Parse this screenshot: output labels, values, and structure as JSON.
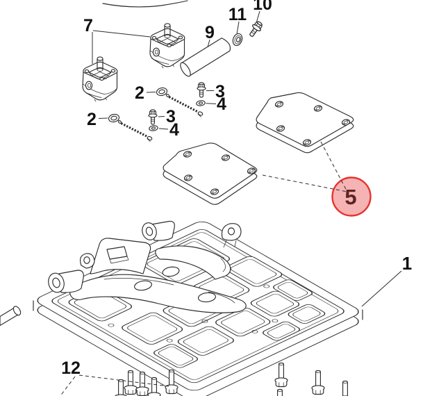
{
  "diagram": {
    "background": "#ffffff",
    "line_color": "#2b2b2b",
    "highlight": {
      "label": "5",
      "fill": "#f6b3b3",
      "stroke": "#e6332e",
      "text_color": "#5c2422"
    },
    "callouts": {
      "c1": "1",
      "c2a": "2",
      "c2b": "2",
      "c3a": "3",
      "c3b": "3",
      "c4a": "4",
      "c4b": "4",
      "c5": "5",
      "c7": "7",
      "c9": "9",
      "c10": "10",
      "c11": "11",
      "c12": "12"
    }
  }
}
